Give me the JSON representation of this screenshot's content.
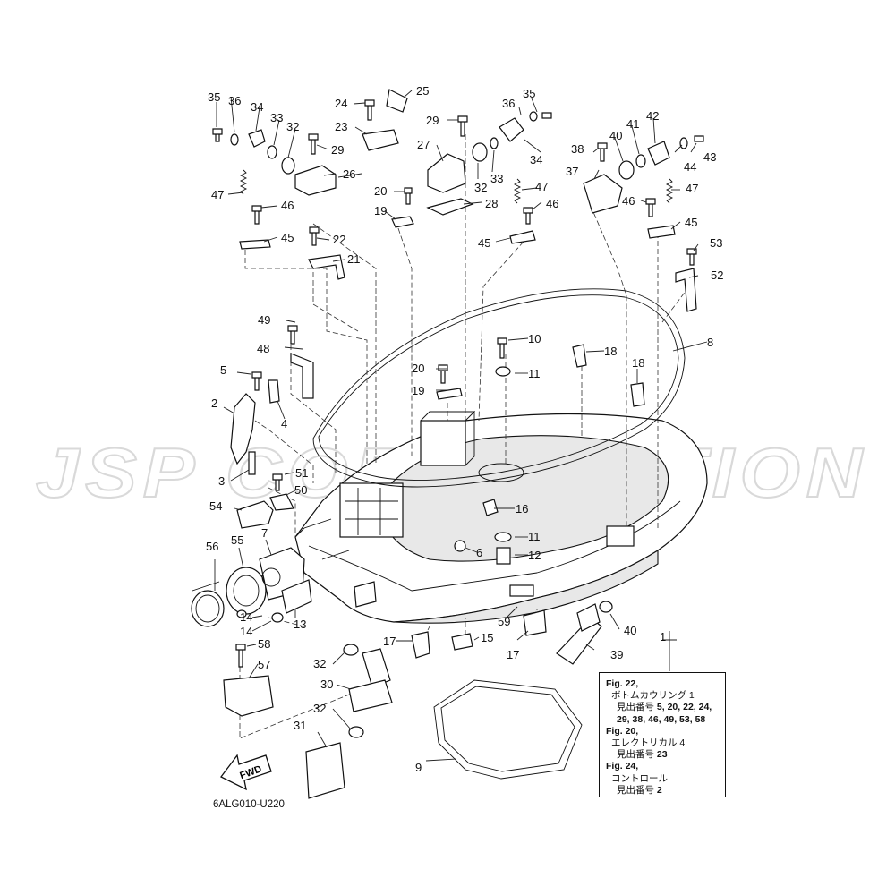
{
  "drawing_code": "6ALG010-U220",
  "fwd_label": "FWD",
  "watermark": "JSP CORPORATION",
  "part_labels": [
    "1",
    "2",
    "3",
    "4",
    "5",
    "6",
    "7",
    "8",
    "9",
    "10",
    "11",
    "11",
    "12",
    "13",
    "14",
    "14",
    "15",
    "16",
    "17",
    "17",
    "18",
    "18",
    "19",
    "19",
    "20",
    "20",
    "21",
    "22",
    "23",
    "24",
    "25",
    "26",
    "27",
    "28",
    "29",
    "29",
    "30",
    "31",
    "32",
    "32",
    "32",
    "32",
    "33",
    "33",
    "34",
    "34",
    "35",
    "35",
    "36",
    "36",
    "37",
    "38",
    "39",
    "40",
    "40",
    "41",
    "42",
    "43",
    "44",
    "45",
    "45",
    "45",
    "46",
    "46",
    "46",
    "47",
    "47",
    "47",
    "48",
    "49",
    "50",
    "51",
    "52",
    "53",
    "54",
    "55",
    "56",
    "57",
    "58",
    "59"
  ],
  "notes": {
    "fig22": "Fig. 22,",
    "fig22_name": "ボトムカウリング 1",
    "fig22_ref_prefix": "見出番号",
    "fig22_ref_a": "5, 20, 22, 24,",
    "fig22_ref_b": "29, 38, 46, 49, 53, 58",
    "fig20": "Fig. 20,",
    "fig20_name": "エレクトリカル 4",
    "fig20_ref_prefix": "見出番号",
    "fig20_ref": "23",
    "fig24": "Fig. 24,",
    "fig24_name": "コントロール",
    "fig24_ref_prefix": "見出番号",
    "fig24_ref": "2"
  }
}
